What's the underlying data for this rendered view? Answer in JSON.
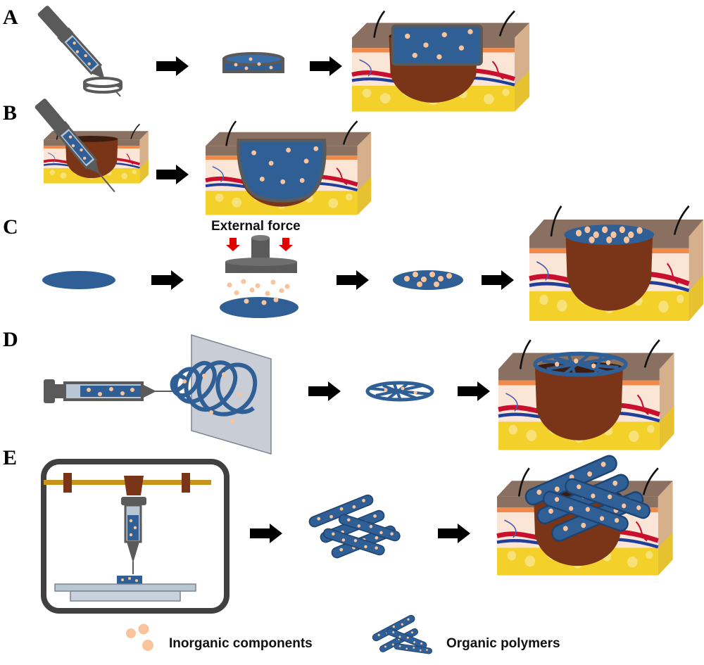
{
  "panels": [
    {
      "label": "A"
    },
    {
      "label": "B"
    },
    {
      "label": "C",
      "annotation": "External force"
    },
    {
      "label": "D"
    },
    {
      "label": "E"
    }
  ],
  "legend": {
    "inorganic": "Inorganic components",
    "organic": "Organic polymers"
  },
  "colors": {
    "polymer_blue": "#2f5f95",
    "particle_peach": "#f9c49c",
    "device_gray": "#5a5a5a",
    "tissue_brown": "#7a3418",
    "skin_top": "#8a7060",
    "fat_yellow": "#f4d02a",
    "vessel_red": "#c8102e",
    "arrow_black": "#000000",
    "force_arrow_red": "#e00000"
  }
}
